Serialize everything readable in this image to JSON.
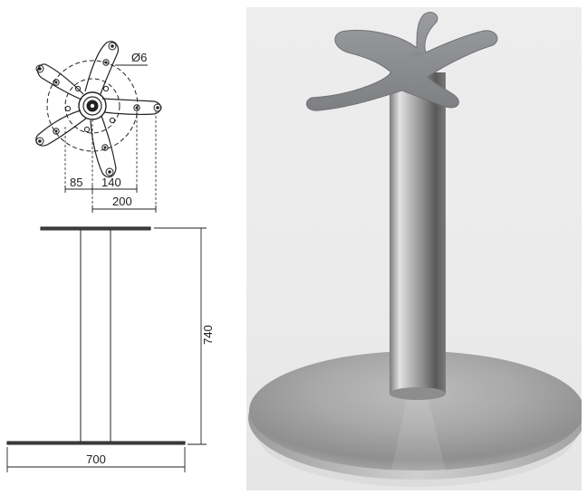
{
  "top_view": {
    "hole_diameter_label": "Ø6",
    "dim_offset_label": "85",
    "dim_inner_label": "140",
    "dim_outer_label": "200"
  },
  "side_view": {
    "height_label": "740",
    "base_width_label": "700"
  },
  "photo": {
    "colors": {
      "background": "#ececec",
      "steel_light": "#d8d8d8",
      "steel_dark": "#8a8a8a",
      "top_plate": "#8e9094"
    }
  }
}
